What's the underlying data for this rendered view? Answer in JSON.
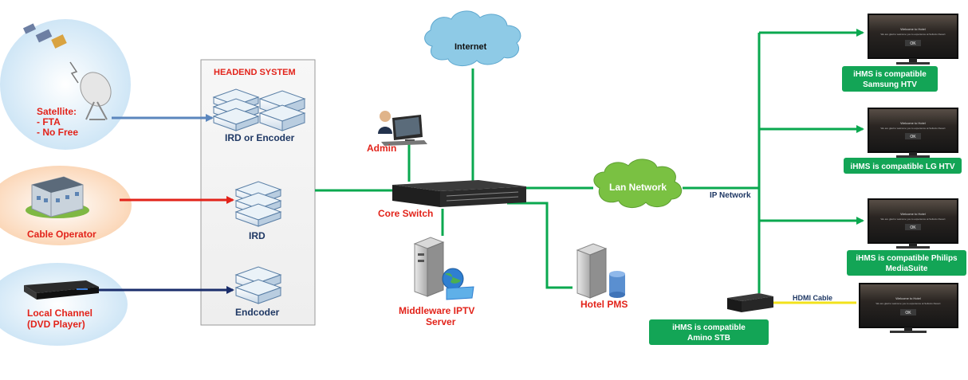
{
  "headend": {
    "title": "HEADEND SYSTEM",
    "ird_encoder": "IRD or Encoder",
    "ird": "IRD",
    "encoder": "Endcoder"
  },
  "sources": {
    "satellite": {
      "line1": "Satellite:",
      "line2": "- FTA",
      "line3": "- No Free"
    },
    "cable": "Cable Operator",
    "local": {
      "line1": "Local Channel",
      "line2": "(DVD Player)"
    }
  },
  "network": {
    "internet": "Internet",
    "admin": "Admin",
    "core_switch": "Core Switch",
    "middleware": {
      "line1": "Middleware IPTV",
      "line2": "Server"
    },
    "hotel_pms": "Hotel PMS",
    "lan": "Lan Network",
    "ip_network": "IP Network",
    "hdmi_cable": "HDMI Cable"
  },
  "tvs": {
    "screen_title": "Welcome to Hotel",
    "screen_sub": "We are glad to welcome you to experience at Sollocio Resort",
    "screen_ok": "OK",
    "samsung": {
      "line1": "iHMS is compatible",
      "line2": "Samsung HTV"
    },
    "lg": "iHMS is compatible LG HTV",
    "philips": {
      "line1": "iHMS is compatible Philips",
      "line2": "MediaSuite"
    },
    "amino": {
      "line1": "iHMS is compatible",
      "line2": "Amino STB"
    }
  },
  "colors": {
    "green_line": "#0aa84f",
    "blue_line": "#5b86bd",
    "red_line": "#e2231a",
    "navy_line": "#1a2d6b",
    "yellow_line": "#f2e21c",
    "label_red": "#e2231a",
    "label_navy": "#1f3864",
    "badge_green": "#13a556"
  }
}
